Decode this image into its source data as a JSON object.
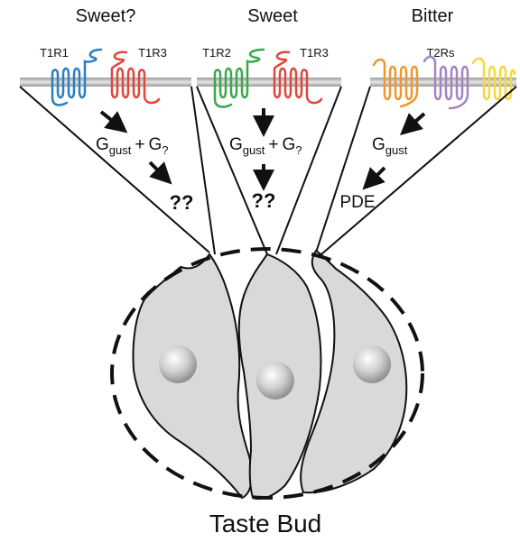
{
  "columns": {
    "left": {
      "title": "Sweet?",
      "receptor_a": "T1R1",
      "receptor_b": "T1R3",
      "g_main": "G",
      "g_main_sub": "gust",
      "plus": "+",
      "g_q": "G",
      "g_q_sub": "?",
      "result": "??"
    },
    "middle": {
      "title": "Sweet",
      "receptor_a": "T1R2",
      "receptor_b": "T1R3",
      "g_main": "G",
      "g_main_sub": "gust",
      "plus": "+",
      "g_q": "G",
      "g_q_sub": "?",
      "result": "??"
    },
    "right": {
      "title": "Bitter",
      "receptor": "T2Rs",
      "g_main": "G",
      "g_main_sub": "gust",
      "effector": "PDE"
    }
  },
  "caption": "Taste Bud",
  "colors": {
    "t1r1": "#2a7fc0",
    "t1r3": "#e0463a",
    "t1r2": "#3aa84a",
    "t2r_orange": "#f0962a",
    "t2r_purple": "#a583c0",
    "t2r_yellow": "#f5d83a",
    "membrane": "#b9b9b9",
    "cell_fill": "#d9d9d9",
    "outline": "#111111"
  }
}
